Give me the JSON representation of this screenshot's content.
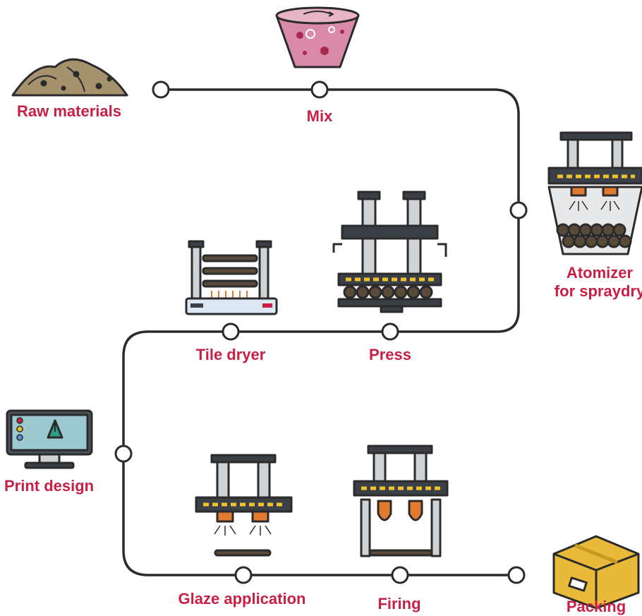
{
  "colors": {
    "label": "#c81f45",
    "path": "#2b2b2b",
    "machine_dark": "#3b3f46",
    "machine_light": "#cfd3d6",
    "hazard_yellow": "#f2c12e",
    "beaker_pink": "#d98aa8",
    "box_yellow": "#e9b93a",
    "monitor_screen": "#9cc9cf",
    "spray_orange": "#e07a2f"
  },
  "steps": [
    {
      "id": "raw-materials",
      "label": "Raw materials",
      "icon": "sand-pile-icon"
    },
    {
      "id": "mix",
      "label": "Mix",
      "icon": "mixing-bowl-icon"
    },
    {
      "id": "atomizer",
      "label_line1": "Atomizer",
      "label_line2": "for spraydry",
      "icon": "atomizer-icon"
    },
    {
      "id": "press",
      "label": "Press",
      "icon": "press-machine-icon"
    },
    {
      "id": "tile-dryer",
      "label": "Tile dryer",
      "icon": "dryer-rack-icon"
    },
    {
      "id": "print-design",
      "label": "Print design",
      "icon": "monitor-pen-icon"
    },
    {
      "id": "glaze-application",
      "label": "Glaze application",
      "icon": "glaze-sprayer-icon"
    },
    {
      "id": "firing",
      "label": "Firing",
      "icon": "kiln-icon"
    },
    {
      "id": "packing",
      "label": "Packing",
      "icon": "cardboard-box-icon"
    }
  ]
}
